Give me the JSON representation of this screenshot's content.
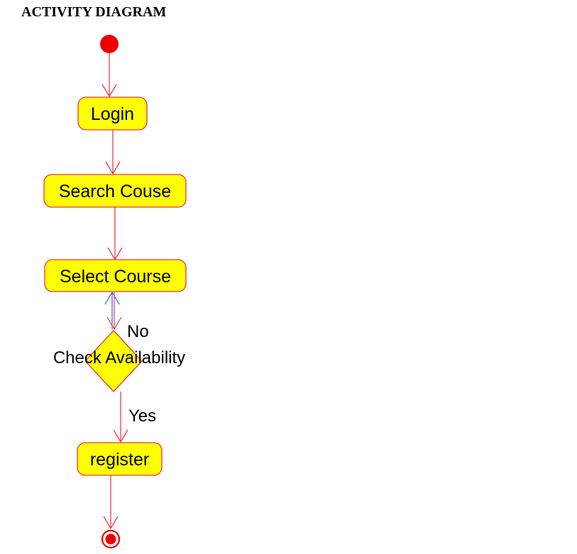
{
  "heading": "ACTIVITY DIAGRAM",
  "colors": {
    "node_fill": "#ffff00",
    "node_stroke": "#e8394a",
    "edge_red": "#ee3b4b",
    "edge_blue": "#3b5bdb",
    "start_fill": "#ee0000"
  },
  "nodes": {
    "login": "Login",
    "search": "Search Couse",
    "select": "Select Course",
    "decision": "Check Availability",
    "register": "register"
  },
  "edges": {
    "no_label": "No",
    "yes_label": "Yes"
  }
}
